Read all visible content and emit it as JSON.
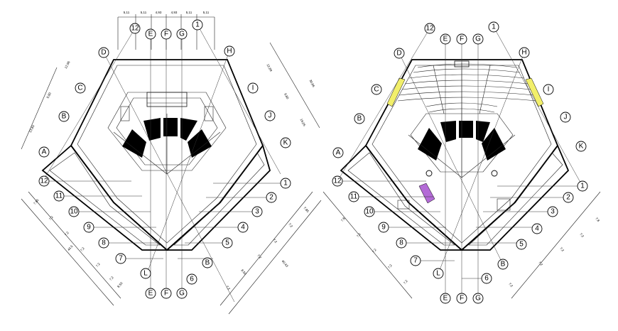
{
  "left_plan": {
    "top_dims": [
      "5,11",
      "5,11",
      "4,93",
      "4,93",
      "5,11",
      "5,11"
    ],
    "top_axes": [
      "12",
      "E",
      "F",
      "G",
      "1"
    ],
    "corner_axes": [
      "D",
      "H",
      "C",
      "I",
      "B",
      "J",
      "A",
      "K"
    ],
    "left_radial": [
      "12",
      "11",
      "10",
      "9",
      "8",
      "7"
    ],
    "right_radial": [
      "1",
      "2",
      "3",
      "4",
      "5",
      "6"
    ],
    "bottom_axes": [
      "E",
      "F",
      "G",
      "L",
      "B"
    ],
    "left_dims": [
      "12,96",
      "9,80",
      "13,84",
      "7,85",
      "7,2",
      "7,2",
      "7,2",
      "7,2",
      "7,2",
      "44,5",
      "8,50"
    ],
    "right_dims": [
      "30,66",
      "12,89",
      "9,80",
      "19,05",
      "7,85",
      "7,2",
      "7,2",
      "7,2",
      "8,50",
      "7,2",
      "40,43"
    ]
  },
  "right_plan": {
    "top_axes": [
      "12",
      "E",
      "F",
      "G",
      "1"
    ],
    "corner_axes": [
      "D",
      "H",
      "C",
      "I",
      "B",
      "J",
      "A",
      "K"
    ],
    "left_radial": [
      "12",
      "11",
      "10",
      "9",
      "8",
      "7"
    ],
    "right_radial": [
      "1",
      "2",
      "3",
      "4",
      "5",
      "6"
    ],
    "bottom_axes": [
      "L",
      "E",
      "F",
      "G",
      "B"
    ],
    "left_dims": [
      "7,8",
      "7,2",
      "7,2",
      "7,2",
      "7,2"
    ],
    "right_dims": [
      "7,8",
      "7,2",
      "7,2",
      "7,2",
      "7,2"
    ]
  },
  "colors": {
    "ink": "#000000",
    "highlight_yellow": "#f2ef6a",
    "accent_magenta": "#b36bd6"
  }
}
